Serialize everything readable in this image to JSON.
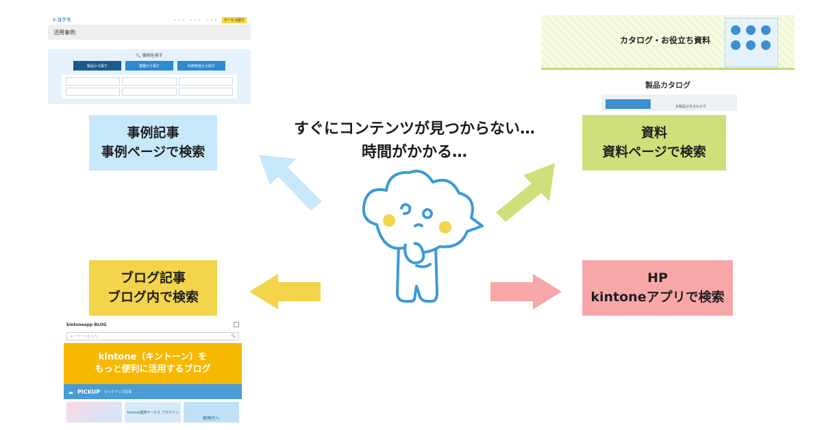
{
  "center_text": {
    "line1": "すぐにコンテンツが見つからない…",
    "line2": "時間がかかる…"
  },
  "boxes": {
    "case": {
      "line1": "事例記事",
      "line2": "事例ページで検索",
      "color": "#c7e8fb"
    },
    "docs": {
      "line1": "資料",
      "line2": "資料ページで検索",
      "color": "#cfe07a"
    },
    "blog": {
      "line1": "ブログ記事",
      "line2": "ブログ内で検索",
      "color": "#f3d44a"
    },
    "hp": {
      "line1": "HP",
      "line2": "kintoneアプリで検索",
      "color": "#f8a7a8"
    }
  },
  "arrows": {
    "case_color": "#c7e8fb",
    "docs_color": "#cfe07a",
    "blog_color": "#f3d44a",
    "hp_color": "#f8a7a8"
  },
  "thumb_case": {
    "logo": "トヨクモ",
    "page_title": "活用事例",
    "search_label": "🔍 事例を探す",
    "buttons": [
      "製品から探す",
      "業種から探す",
      "利用用途から探す"
    ],
    "nav_button": "サービス紹介"
  },
  "thumb_docs": {
    "banner_title": "カタログ・お役立ち資料",
    "section_title": "製品カタログ",
    "card_caption": "全製品がまるわかり"
  },
  "thumb_blog": {
    "brand": "kintoneapp BLOG",
    "search_placeholder": "キーワードを入力",
    "hero_line1": "kintone（キントーン）を",
    "hero_line2": "もっと便利に活用するブログ",
    "pickup": "PICKUP",
    "pickup_sub": "ピックアップ記事",
    "card2": "kintone連携サービス プラグイン",
    "card3": "新時代へ"
  },
  "mascot": {
    "name": "cloud-mascot-icon"
  }
}
